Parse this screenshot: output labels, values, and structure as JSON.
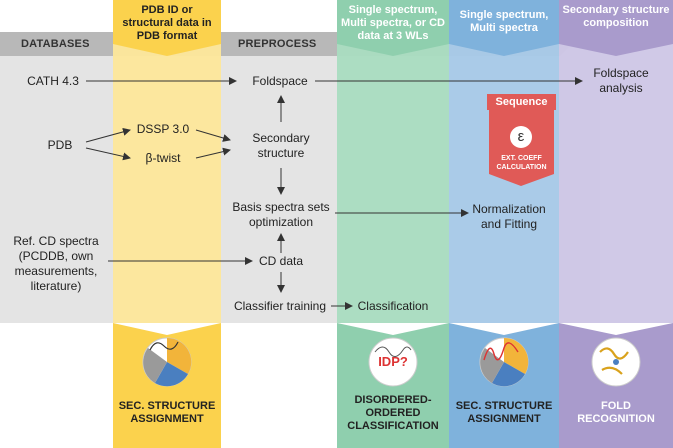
{
  "columns": {
    "databases": "DATABASES",
    "preprocess": "PREPROCESS"
  },
  "lane_headers": {
    "pdb": "PDB ID or structural data in PDB format",
    "single_multi_cd": "Single spectrum, Multi spectra, or CD data at 3 WLs",
    "single_multi": "Single spectrum, Multi spectra",
    "secondary": "Secondary structure composition"
  },
  "nodes": {
    "cath": "CATH 4.3",
    "foldspace": "Foldspace",
    "foldspace_analysis": "Foldspace analysis",
    "pdb": "PDB",
    "dssp": "DSSP 3.0",
    "btwist": "β-twist",
    "secondary_structure": "Secondary structure",
    "basis_spectra": "Basis spectra sets optimization",
    "normalization": "Normalization and Fitting",
    "refcd": "Ref. CD spectra (PCDDB, own measurements, literature)",
    "cd_data": "CD data",
    "classifier_training": "Classifier training",
    "classification": "Classification"
  },
  "sequence_box": {
    "title": "Sequence",
    "symbol": "ε",
    "caption": "EXT. COEFF CALCULATION"
  },
  "footers": {
    "sec_structure_1": "SEC. STRUCTURE ASSIGNMENT",
    "disordered": "DISORDERED-ORDERED CLASSIFICATION",
    "sec_structure_2": "SEC. STRUCTURE ASSIGNMENT",
    "fold": "FOLD RECOGNITION"
  },
  "icons": {
    "idp": "IDP?"
  },
  "colors": {
    "yellow": "#fbd24d",
    "green": "#8fcfae",
    "blue": "#7fb2dc",
    "purple": "#a99bcc",
    "grey": "#d9d9d9",
    "red": "#e05a57"
  }
}
